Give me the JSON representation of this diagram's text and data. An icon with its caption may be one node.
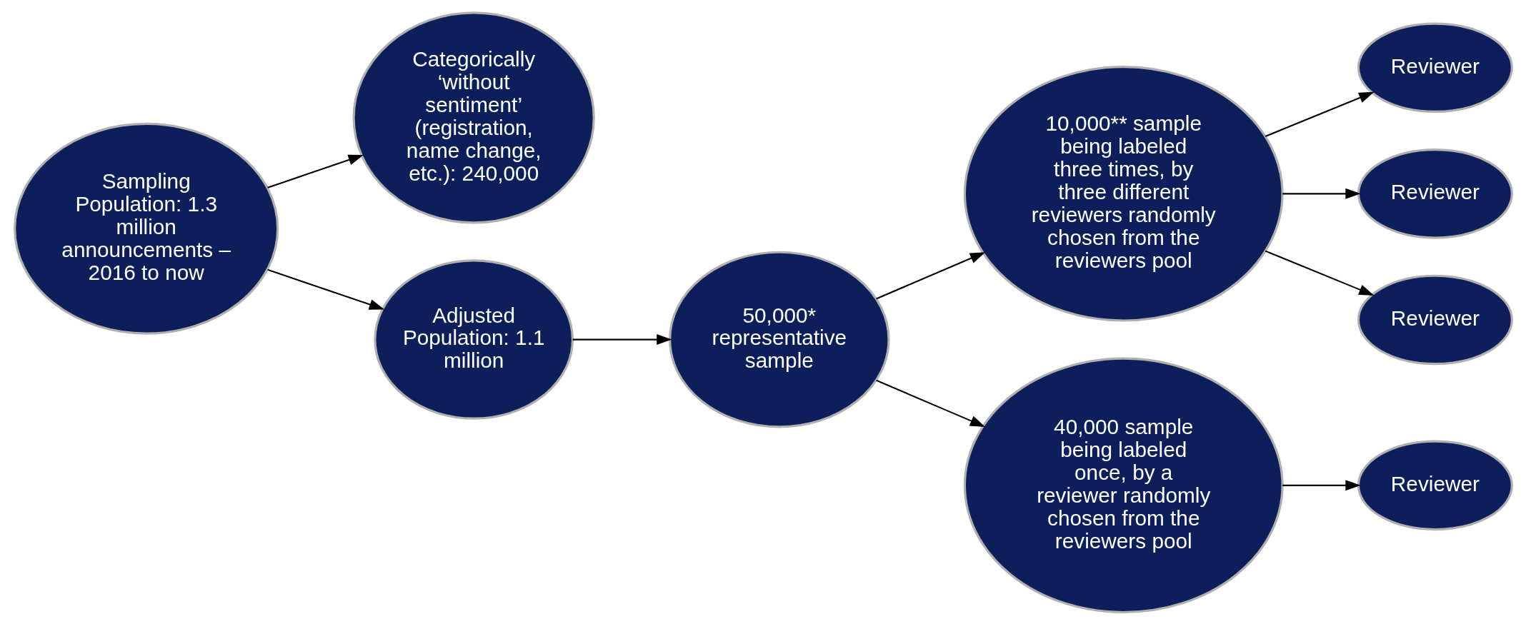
{
  "diagram": {
    "nodes": [
      {
        "text": [
          "Sampling Population: 1.3 million announcements – 2016 to now"
        ]
      },
      {
        "text": [
          "Categorically ‘without sentiment’ (registration, name change, etc.): 240,000"
        ]
      },
      {
        "text": [
          "Adjusted Population: 1.1 million"
        ]
      },
      {
        "text": [
          "50,000* representative sample"
        ]
      },
      {
        "text": [
          "10,000** sample being labeled three times, by three different reviewers randomly chosen from the reviewers pool"
        ]
      },
      {
        "text": [
          "40,000 sample being labeled once, by a reviewer randomly chosen from the reviewers pool"
        ]
      },
      {
        "text": [
          "Reviewer"
        ]
      },
      {
        "text": [
          "Reviewer"
        ]
      },
      {
        "text": [
          "Reviewer"
        ]
      },
      {
        "text": [
          "Reviewer"
        ]
      }
    ],
    "edges": [
      {
        "from": 0,
        "to": 1,
        "arrow": "to"
      },
      {
        "from": 0,
        "to": 2,
        "arrow": "to"
      },
      {
        "from": 2,
        "to": 3,
        "arrow": "to"
      },
      {
        "from": 3,
        "to": 4,
        "arrow": "to"
      },
      {
        "from": 3,
        "to": 5,
        "arrow": "to"
      },
      {
        "from": 4,
        "to": 6,
        "arrow": "to"
      },
      {
        "from": 4,
        "to": 7,
        "arrow": "to"
      },
      {
        "from": 4,
        "to": 8,
        "arrow": "to"
      },
      {
        "from": 5,
        "to": 9,
        "arrow": "to"
      }
    ]
  }
}
